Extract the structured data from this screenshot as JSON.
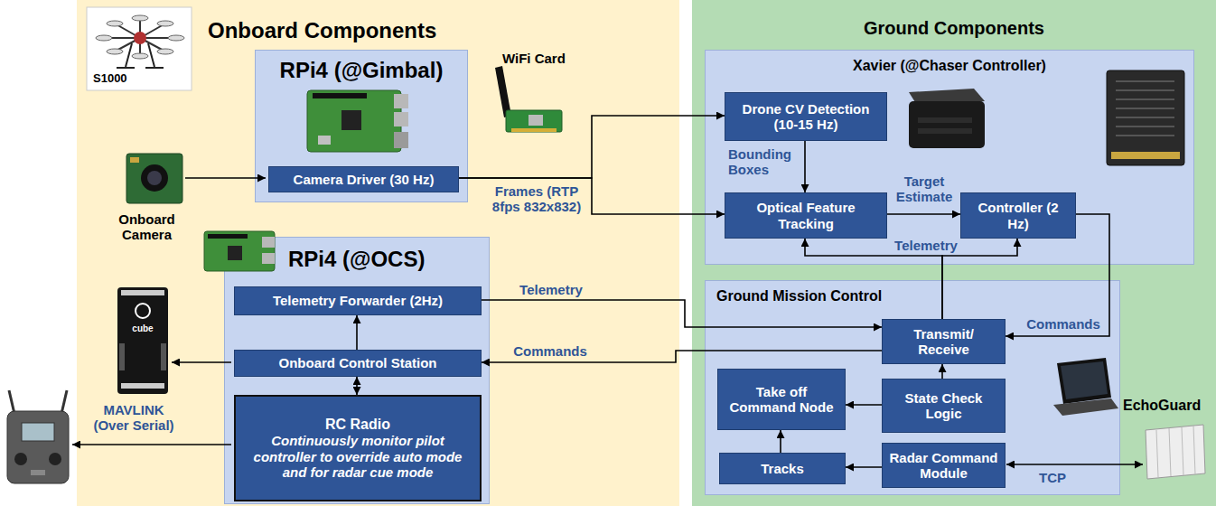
{
  "diagram": {
    "nodes": [
      {
        "text": [
          "Onboard Components"
        ]
      },
      {
        "text": [
          "RPi4 (@Gimbal)"
        ],
        "in": 0
      },
      {
        "text": [
          "Camera Driver (30 Hz)"
        ],
        "in": 1
      },
      {
        "text": [
          "RPi4 (@OCS)"
        ],
        "in": 0
      },
      {
        "text": [
          "Telemetry Forwarder (2Hz)"
        ],
        "in": 3
      },
      {
        "text": [
          "Onboard Control Station"
        ],
        "in": 3
      },
      {
        "text": [
          "RC Radio",
          "Continuously monitor pilot controller to override auto mode and for radar cue mode"
        ],
        "in": 3
      },
      {
        "text": [
          "Ground Components"
        ]
      },
      {
        "text": [
          "Xavier (@Chaser Controller)"
        ],
        "in": 7
      },
      {
        "text": [
          "Drone CV Detection (10-15 Hz)"
        ],
        "in": 8
      },
      {
        "text": [
          "Optical Feature Tracking"
        ],
        "in": 8
      },
      {
        "text": [
          "Controller (2 Hz)"
        ],
        "in": 8
      },
      {
        "text": [
          "Ground Mission Control"
        ],
        "in": 7
      },
      {
        "text": [
          "Transmit/ Receive"
        ],
        "in": 12
      },
      {
        "text": [
          "Take off Command Node"
        ],
        "in": 12
      },
      {
        "text": [
          "State Check Logic"
        ],
        "in": 12
      },
      {
        "text": [
          "Tracks"
        ],
        "in": 12
      },
      {
        "text": [
          "Radar Command Module"
        ],
        "in": 12
      }
    ],
    "edges": [
      {
        "from": 2,
        "to": 9,
        "arrow": "to",
        "label": "Frames (RTP 8fps 832x832)"
      },
      {
        "from": 2,
        "to": 10,
        "arrow": "to"
      },
      {
        "from": 9,
        "to": 10,
        "arrow": "to",
        "label": "Bounding Boxes"
      },
      {
        "from": 10,
        "to": 11,
        "arrow": "to",
        "label": "Target Estimate"
      },
      {
        "from": 13,
        "to": 10,
        "arrow": "to",
        "label": "Telemetry"
      },
      {
        "from": 13,
        "to": 11,
        "arrow": "to"
      },
      {
        "from": 4,
        "to": 13,
        "arrow": "to",
        "label": "Telemetry"
      },
      {
        "from": 13,
        "to": 5,
        "arrow": "to",
        "label": "Commands"
      },
      {
        "from": 11,
        "to": 13,
        "arrow": "to",
        "label": "Commands"
      },
      {
        "from": 5,
        "to": 4,
        "arrow": "to"
      },
      {
        "from": 5,
        "to": 6,
        "arrow": "both"
      },
      {
        "from": 15,
        "to": 13,
        "arrow": "to"
      },
      {
        "from": 15,
        "to": 14,
        "arrow": "to"
      },
      {
        "from": 16,
        "to": 14,
        "arrow": "to"
      },
      {
        "from": 17,
        "to": 16,
        "arrow": "to"
      }
    ],
    "labels": [
      "S1000",
      "WiFi Card",
      "Onboard Camera",
      "cube",
      "MAVLINK (Over Serial)",
      "EchoGuard",
      "TCP"
    ]
  }
}
